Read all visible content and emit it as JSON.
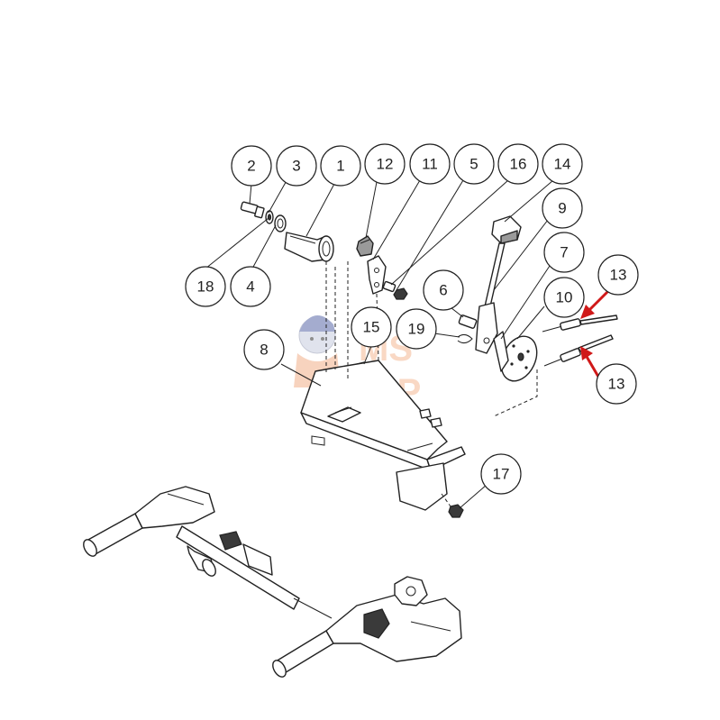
{
  "callouts": [
    {
      "label": "2"
    },
    {
      "label": "3"
    },
    {
      "label": "1"
    },
    {
      "label": "12"
    },
    {
      "label": "11"
    },
    {
      "label": "5"
    },
    {
      "label": "16"
    },
    {
      "label": "14"
    },
    {
      "label": "9"
    },
    {
      "label": "7"
    },
    {
      "label": "13"
    },
    {
      "label": "10"
    },
    {
      "label": "6"
    },
    {
      "label": "18"
    },
    {
      "label": "4"
    },
    {
      "label": "15"
    },
    {
      "label": "19"
    },
    {
      "label": "8"
    },
    {
      "label": "13"
    },
    {
      "label": "17"
    }
  ],
  "watermark": {
    "line1": "MS",
    "line2": "SHOP"
  },
  "colors": {
    "arrow": "#d01818",
    "watermark": "#f0a070"
  }
}
